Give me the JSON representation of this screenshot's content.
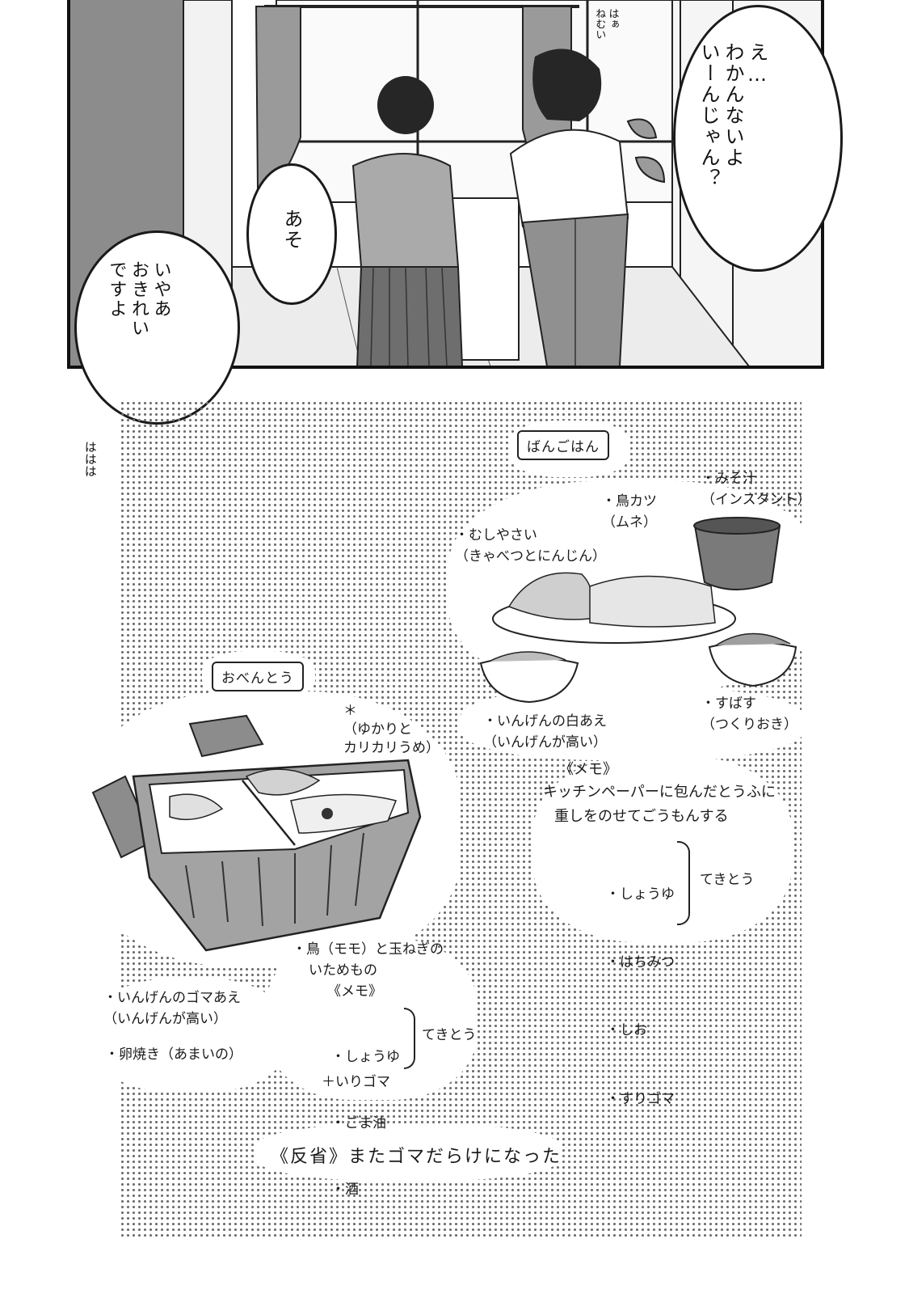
{
  "panel": {
    "bubbles": {
      "right": "え…\nわかんないよ\nいーんじゃん？",
      "middle": "あそ",
      "left": "いやあ\nおきれい\nですよ"
    },
    "sfx_sigh": "はぁ\nねむい",
    "sfx_laugh": "ははは"
  },
  "dinner": {
    "title": "ばんごはん",
    "items": {
      "soup": "・みそ汁\n（インスタント）",
      "cutlet": "・鳥カツ\n（ムネ）",
      "veggies": "・むしやさい\n（きゃべつとにんじん）",
      "greenbeans": "・いんげんの白あえ\n（いんげんが高い）",
      "vinegar": "・すばす\n（つくりおき）"
    },
    "memo": {
      "title": "《メモ》",
      "line1": "キッチンペーパーに包んだとうふに",
      "line2": "重しをのせてごうもんする",
      "seasonings": [
        "・しょうゆ",
        "・はちみつ",
        "・しお",
        "・すりゴマ"
      ],
      "brace_label": "てきとう"
    }
  },
  "bento": {
    "title": "おべんとう",
    "rice_note": "＊\n（ゆかりと\nカリカリうめ）",
    "main_dish": {
      "line1": "・鳥（モモ）と玉ねぎの",
      "line2": "いためもの",
      "memo_title": "《メモ》",
      "seasonings": [
        "・しょうゆ",
        "・ごま油",
        "・酒"
      ],
      "brace_label": "てきとう",
      "extra": "＋いりゴマ"
    },
    "side1": "・いんげんのゴマあえ\n（いんげんが高い）",
    "side2": "・卵焼き（あまいの）"
  },
  "reflection": "《反省》またゴマだらけになった"
}
